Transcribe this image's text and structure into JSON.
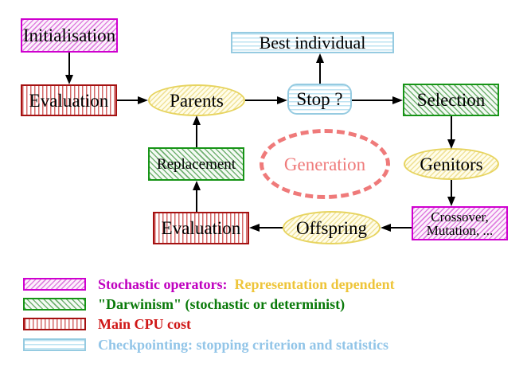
{
  "nodes": {
    "initialisation": "Initialisation",
    "evaluation_top": "Evaluation",
    "parents": "Parents",
    "best_individual": "Best individual",
    "stop": "Stop ?",
    "selection": "Selection",
    "replacement": "Replacement",
    "generation": "Generation",
    "genitors": "Genitors",
    "crossover_line1": "Crossover,",
    "crossover_line2": "Mutation, ...",
    "offspring": "Offspring",
    "evaluation_bottom": "Evaluation"
  },
  "legend": {
    "stochastic_label": "Stochastic operators:",
    "stochastic_note": "Representation dependent",
    "darwinism": "\"Darwinism\" (stochastic or determinist)",
    "cpu": "Main CPU cost",
    "checkpointing": "Checkpointing: stopping criterion and statistics"
  },
  "colors": {
    "magenta": "#cf00cf",
    "red": "#a51111",
    "green": "#169416",
    "cyan": "#96cbe1",
    "yellow": "#e7d45f",
    "salmon": "#ef7a7a",
    "legend_magenta_text": "#bf00bf",
    "legend_gold_text": "#eec53a",
    "legend_green_text": "#0a7a0a",
    "legend_red_text": "#cf1717",
    "legend_blue_text": "#92c5e8"
  }
}
